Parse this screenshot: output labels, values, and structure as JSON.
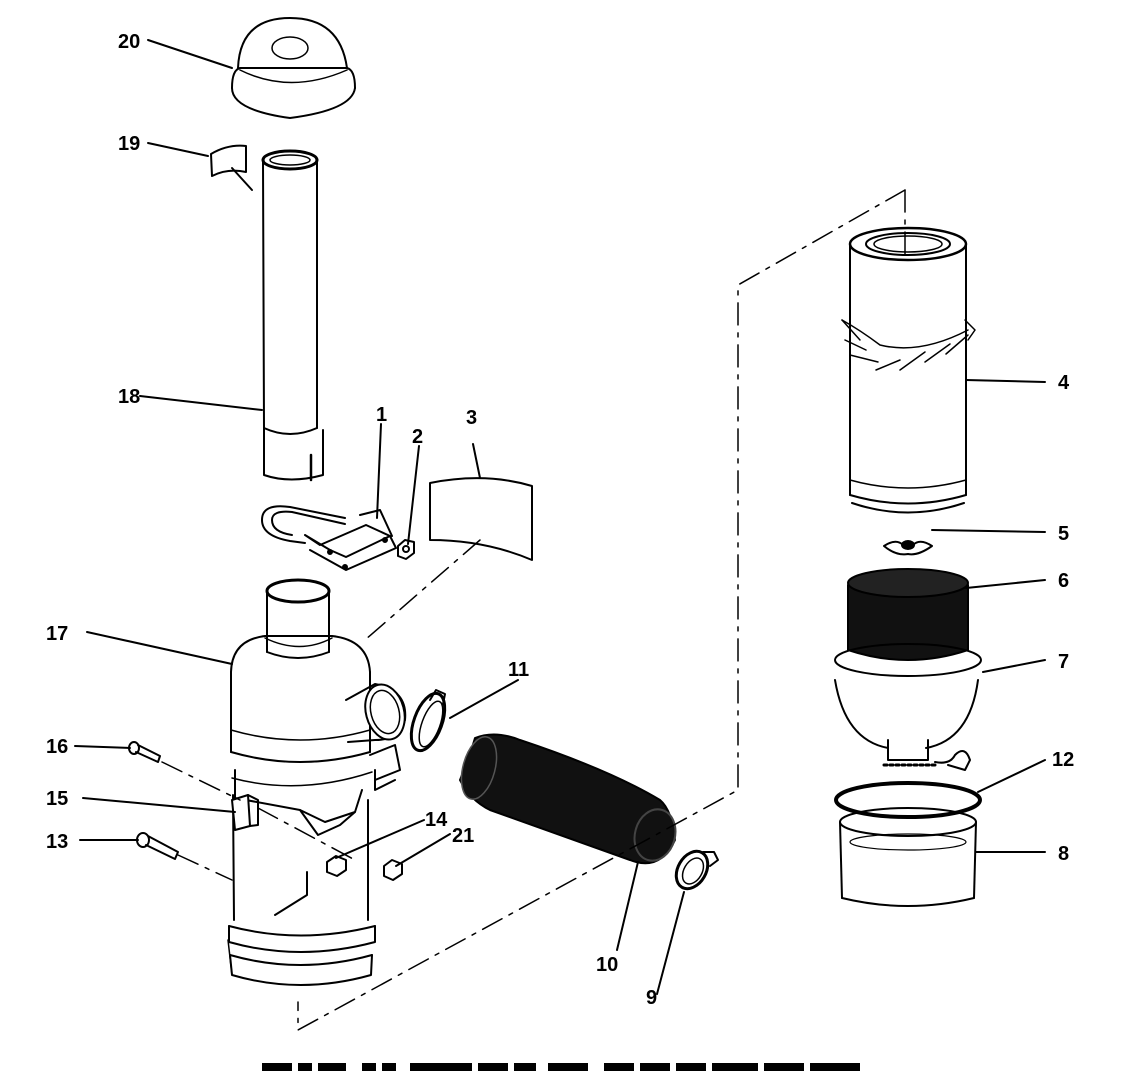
{
  "diagram": {
    "type": "exploded-parts-view",
    "colors": {
      "ink": "#000000",
      "paper": "#ffffff",
      "dark_part": "#111111"
    },
    "callouts": {
      "c1": "1",
      "c2": "2",
      "c3": "3",
      "c4": "4",
      "c5": "5",
      "c6": "6",
      "c7": "7",
      "c8": "8",
      "c9": "9",
      "c10": "10",
      "c11": "11",
      "c12": "12",
      "c13": "13",
      "c14": "14",
      "c15": "15",
      "c16": "16",
      "c17": "17",
      "c18": "18",
      "c19": "19",
      "c20": "20",
      "c21": "21"
    }
  }
}
